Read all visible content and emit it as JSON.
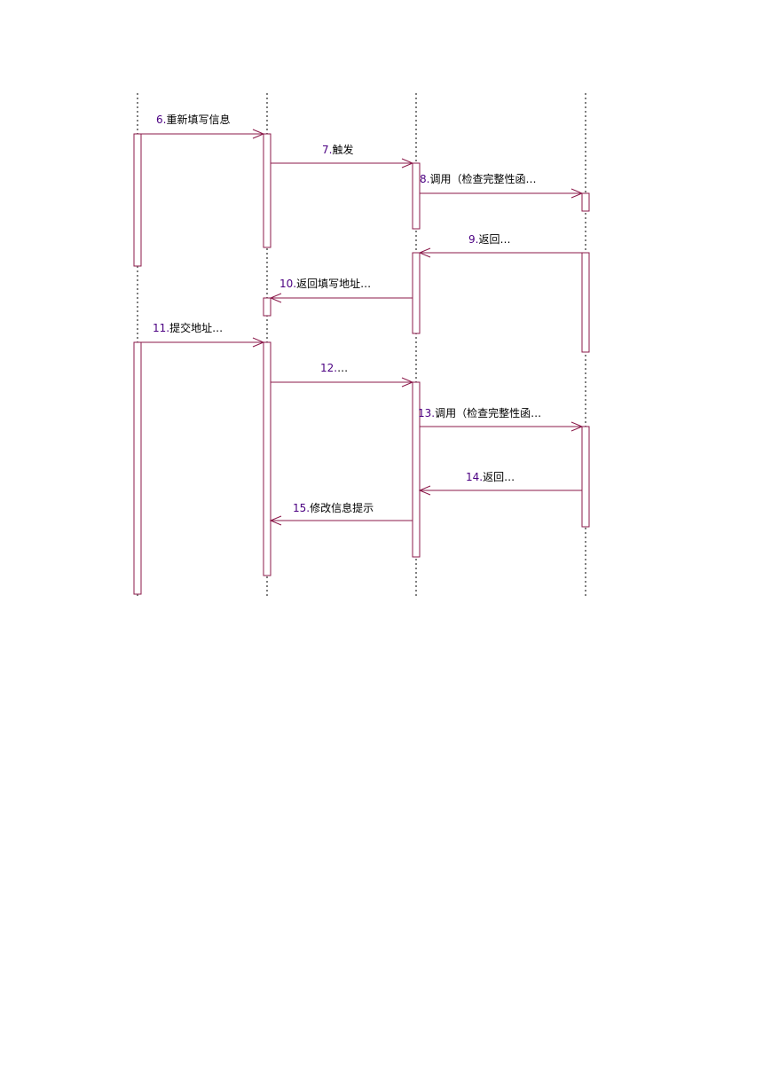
{
  "colors": {
    "line": "#8b1a4a",
    "lifeline": "#000000",
    "label": "#000000",
    "number": "#4b0082"
  },
  "lifelines": [
    {
      "id": "l1"
    },
    {
      "id": "l2"
    },
    {
      "id": "l3"
    },
    {
      "id": "l4"
    }
  ],
  "messages": [
    {
      "id": "m6",
      "num": "6.",
      "text": "重新填写信息",
      "from": 0,
      "to": 1
    },
    {
      "id": "m7",
      "num": "7.",
      "text": "触发",
      "from": 1,
      "to": 2
    },
    {
      "id": "m8",
      "num": "8.",
      "text": "调用（检查完整性函…",
      "from": 2,
      "to": 3
    },
    {
      "id": "m9",
      "num": "9.",
      "text": "返回…",
      "from": 3,
      "to": 2
    },
    {
      "id": "m10",
      "num": "10.",
      "text": "返回填写地址…",
      "from": 2,
      "to": 1
    },
    {
      "id": "m11",
      "num": "11.",
      "text": "提交地址…",
      "from": 0,
      "to": 1
    },
    {
      "id": "m12",
      "num": "12.",
      "text": "…",
      "from": 1,
      "to": 2
    },
    {
      "id": "m13",
      "num": "13.",
      "text": "调用（检查完整性函…",
      "from": 2,
      "to": 3
    },
    {
      "id": "m14",
      "num": "14.",
      "text": "返回…",
      "from": 3,
      "to": 2
    },
    {
      "id": "m15",
      "num": "15.",
      "text": "修改信息提示",
      "from": 2,
      "to": 1
    }
  ]
}
